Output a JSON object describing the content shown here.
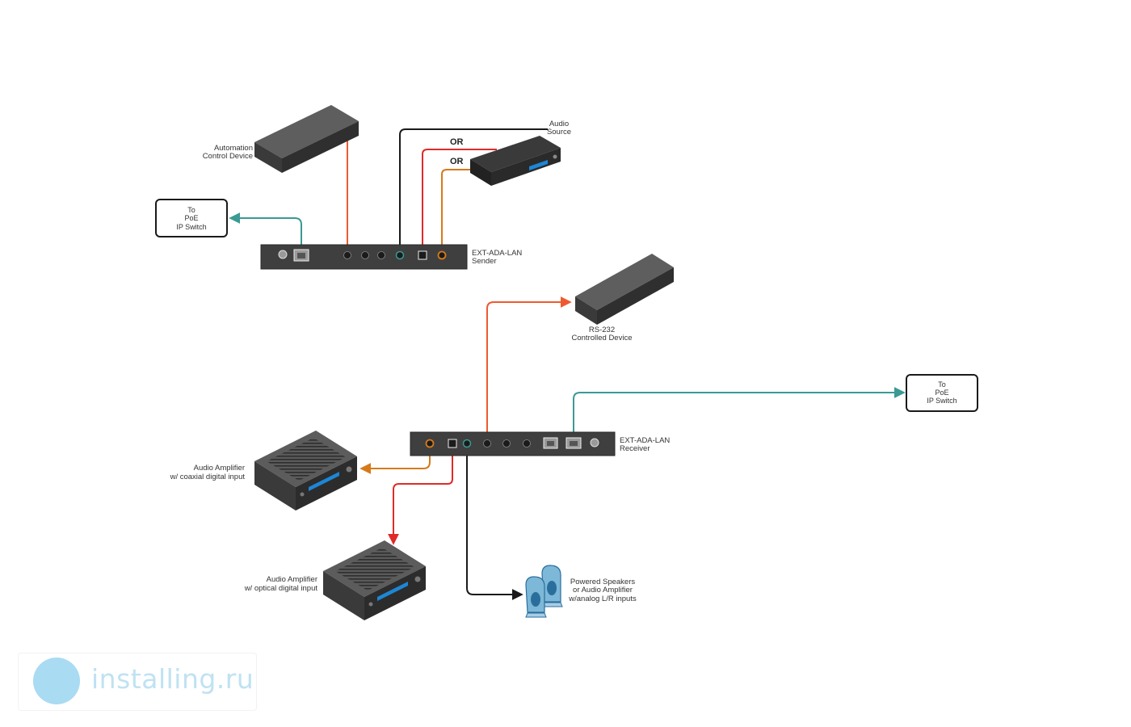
{
  "diagram": {
    "or_label": "OR",
    "labels": {
      "automation_line1": "Automation",
      "automation_line2": "Control Device",
      "audio_source_line1": "Audio",
      "audio_source_line2": "Source",
      "poe_top_line1": "To",
      "poe_top_line2": "PoE",
      "poe_top_line3": "IP Switch",
      "sender_line1": "EXT-ADA-LAN",
      "sender_line2": "Sender",
      "rs232_line1": "RS-232",
      "rs232_line2": "Controlled Device",
      "poe_right_line1": "To",
      "poe_right_line2": "PoE",
      "poe_right_line3": "IP Switch",
      "receiver_line1": "EXT-ADA-LAN",
      "receiver_line2": "Receiver",
      "amp_coax_line1": "Audio Amplifier",
      "amp_coax_line2": "w/ coaxial digital input",
      "amp_optical_line1": "Audio Amplifier",
      "amp_optical_line2": "w/ optical digital input",
      "speakers_line1": "Powered Speakers",
      "speakers_line2": "or Audio Amplifier",
      "speakers_line3": "w/analog L/R inputs"
    },
    "colors": {
      "rs232": "#ee5a2f",
      "lan": "#3a9a94",
      "analog": "#1a1a1a",
      "optical": "#e02a2a",
      "coaxial": "#d67a1c",
      "device_dark": "#4a4a4a",
      "panel": "#3f3f3f"
    }
  },
  "watermark": {
    "text": "installing.ru"
  }
}
